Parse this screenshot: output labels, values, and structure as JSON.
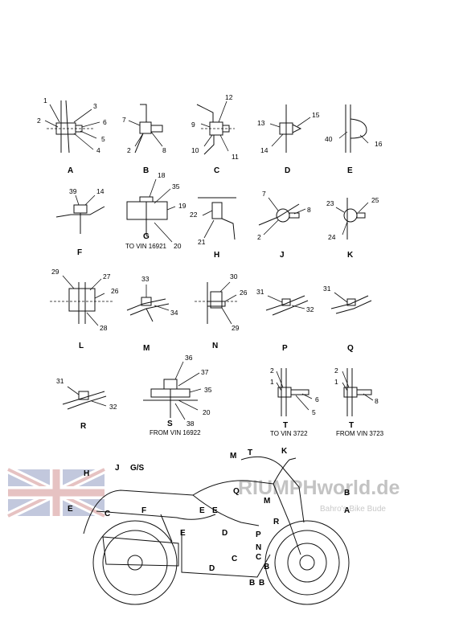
{
  "details": [
    {
      "id": "A",
      "letter": "A",
      "note": "",
      "labels": [
        "1",
        "2",
        "3",
        "4",
        "5",
        "6"
      ]
    },
    {
      "id": "B",
      "letter": "B",
      "note": "",
      "labels": [
        "7",
        "2",
        "8"
      ]
    },
    {
      "id": "C",
      "letter": "C",
      "note": "",
      "labels": [
        "9",
        "10",
        "11",
        "12"
      ]
    },
    {
      "id": "D",
      "letter": "D",
      "note": "",
      "labels": [
        "13",
        "14",
        "15"
      ]
    },
    {
      "id": "E",
      "letter": "E",
      "note": "",
      "labels": [
        "40",
        "16"
      ]
    },
    {
      "id": "F",
      "letter": "F",
      "note": "",
      "labels": [
        "39",
        "14"
      ]
    },
    {
      "id": "G",
      "letter": "G",
      "note": "TO VIN 16921",
      "labels": [
        "18",
        "35",
        "19",
        "20"
      ]
    },
    {
      "id": "H",
      "letter": "H",
      "note": "",
      "labels": [
        "22",
        "21"
      ]
    },
    {
      "id": "J",
      "letter": "J",
      "note": "",
      "labels": [
        "7",
        "8",
        "2"
      ]
    },
    {
      "id": "K",
      "letter": "K",
      "note": "",
      "labels": [
        "23",
        "25",
        "24"
      ]
    },
    {
      "id": "L",
      "letter": "L",
      "note": "",
      "labels": [
        "29",
        "27",
        "26",
        "28"
      ]
    },
    {
      "id": "M",
      "letter": "M",
      "note": "",
      "labels": [
        "33",
        "34"
      ]
    },
    {
      "id": "N",
      "letter": "N",
      "note": "",
      "labels": [
        "30",
        "26",
        "29"
      ]
    },
    {
      "id": "P",
      "letter": "P",
      "note": "",
      "labels": [
        "31",
        "32"
      ]
    },
    {
      "id": "Q",
      "letter": "Q",
      "note": "",
      "labels": [
        "31"
      ]
    },
    {
      "id": "R",
      "letter": "R",
      "note": "",
      "labels": [
        "31",
        "32"
      ]
    },
    {
      "id": "S",
      "letter": "S",
      "note": "FROM VIN 16922",
      "labels": [
        "36",
        "37",
        "35",
        "20",
        "38"
      ]
    },
    {
      "id": "T1",
      "letter": "T",
      "note": "TO VIN 3722",
      "labels": [
        "2",
        "1",
        "6",
        "5"
      ]
    },
    {
      "id": "T2",
      "letter": "T",
      "note": "FROM VIN 3723",
      "labels": [
        "2",
        "1",
        "8"
      ]
    }
  ],
  "motorcycle": {
    "callouts": [
      "H",
      "J",
      "G/S",
      "M",
      "T",
      "K",
      "B",
      "A",
      "E",
      "C",
      "F",
      "E",
      "E",
      "Q",
      "E",
      "D",
      "P",
      "R",
      "N",
      "M",
      "C",
      "C",
      "D",
      "B",
      "B",
      "B"
    ]
  },
  "watermark": {
    "text": "RIUMPHworld.de",
    "subtitle": "Bahro's Bike Bude"
  }
}
